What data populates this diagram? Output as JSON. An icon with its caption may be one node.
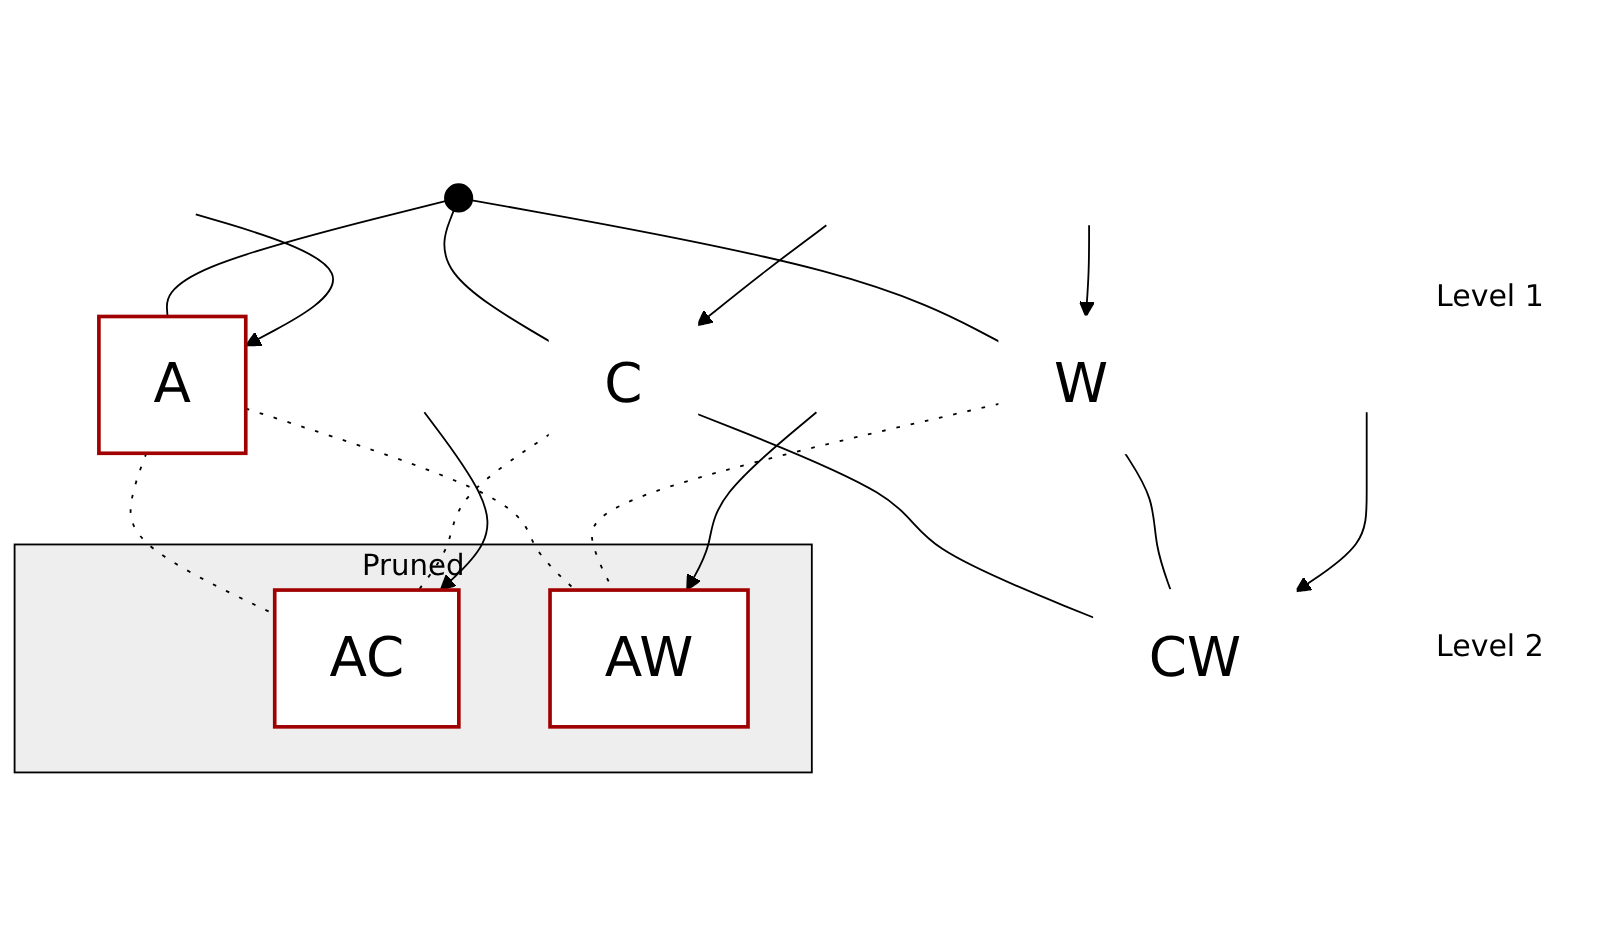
{
  "diagram": {
    "nodes": [
      {
        "text": [],
        "shape": "circle"
      },
      {
        "text": [
          "A"
        ]
      },
      {
        "text": [
          "C"
        ]
      },
      {
        "text": [
          "W"
        ]
      },
      {
        "text": [
          "Pruned"
        ]
      },
      {
        "text": [
          "AC"
        ],
        "in": 4
      },
      {
        "text": [
          "AW"
        ],
        "in": 4
      },
      {
        "text": [
          "CW"
        ]
      }
    ],
    "edges": [
      {
        "from": 0,
        "to": 1,
        "arrow": "none"
      },
      {
        "from": 0,
        "to": 2,
        "arrow": "none"
      },
      {
        "from": 0,
        "to": 3,
        "arrow": "none"
      },
      {
        "from": null,
        "to": 1,
        "arrow": "to"
      },
      {
        "from": null,
        "to": 2,
        "arrow": "to"
      },
      {
        "from": null,
        "to": 3,
        "arrow": "to"
      },
      {
        "from": 1,
        "to": 5,
        "arrow": "none",
        "style": "dashed"
      },
      {
        "from": 1,
        "to": 6,
        "arrow": "none",
        "style": "dashed"
      },
      {
        "from": 2,
        "to": 5,
        "arrow": "none",
        "style": "dashed"
      },
      {
        "from": 3,
        "to": 6,
        "arrow": "none",
        "style": "dashed"
      },
      {
        "from": 2,
        "to": 7,
        "arrow": "none"
      },
      {
        "from": 3,
        "to": 7,
        "arrow": "none"
      },
      {
        "from": null,
        "to": 5,
        "arrow": "to"
      },
      {
        "from": null,
        "to": 6,
        "arrow": "to"
      },
      {
        "from": null,
        "to": 7,
        "arrow": "to"
      }
    ],
    "labels": [
      "Level 1",
      "Level 2"
    ]
  }
}
